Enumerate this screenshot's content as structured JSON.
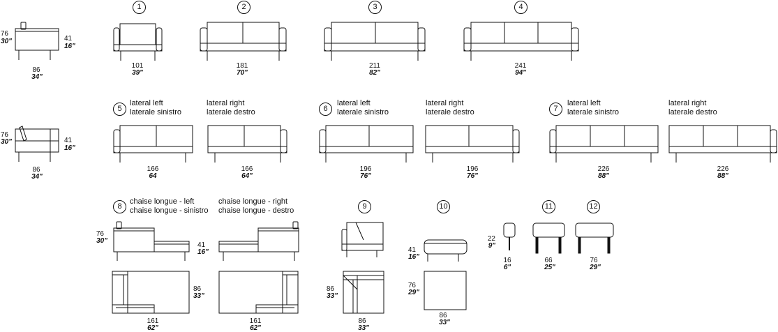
{
  "side_views": {
    "base": {
      "height_cm": "76",
      "height_in": "30\"",
      "seat_cm": "41",
      "seat_in": "16\"",
      "depth_cm": "86",
      "depth_in": "34\""
    },
    "lateral": {
      "height_cm": "76",
      "height_in": "30\"",
      "seat_cm": "41",
      "seat_in": "16\"",
      "depth_cm": "86",
      "depth_in": "34\""
    }
  },
  "models": [
    {
      "num": "1",
      "width_cm": "101",
      "width_in": "39\""
    },
    {
      "num": "2",
      "width_cm": "181",
      "width_in": "70\""
    },
    {
      "num": "3",
      "width_cm": "211",
      "width_in": "82\""
    },
    {
      "num": "4",
      "width_cm": "241",
      "width_in": "94\""
    }
  ],
  "laterals": [
    {
      "num": "5",
      "left_label_1": "lateral left",
      "left_label_2": "laterale sinistro",
      "right_label_1": "lateral right",
      "right_label_2": "laterale destro",
      "left_cm": "166",
      "left_in": "64",
      "right_cm": "166",
      "right_in": "64\""
    },
    {
      "num": "6",
      "left_label_1": "lateral left",
      "left_label_2": "laterale sinistro",
      "right_label_1": "lateral right",
      "right_label_2": "laterale destro",
      "left_cm": "196",
      "left_in": "76\"",
      "right_cm": "196",
      "right_in": "76\""
    },
    {
      "num": "7",
      "left_label_1": "lateral left",
      "left_label_2": "laterale sinistro",
      "right_label_1": "lateral right",
      "right_label_2": "laterale destro",
      "left_cm": "226",
      "left_in": "88\"",
      "right_cm": "226",
      "right_in": "88\""
    }
  ],
  "chaise": {
    "num": "8",
    "left_label_1": "chaise longue - left",
    "left_label_2": "chaise longue - sinistro",
    "right_label_1": "chaise longue - right",
    "right_label_2": "chaise longue - destro",
    "height_cm": "76",
    "height_in": "30\"",
    "seat_cm": "41",
    "seat_in": "16\"",
    "depth_cm": "86",
    "depth_in": "33\"",
    "left_width_cm": "161",
    "left_width_in": "62\"",
    "right_width_cm": "161",
    "right_width_in": "62\""
  },
  "corner": {
    "num": "9",
    "depth_cm": "86",
    "depth_in": "33\"",
    "width_cm": "86",
    "width_in": "33\""
  },
  "pouf": {
    "num": "10",
    "seat_cm": "41",
    "seat_in": "16\"",
    "depth_cm": "76",
    "depth_in": "29\"",
    "width_cm": "86",
    "width_in": "33\""
  },
  "tables": {
    "small": {
      "height_cm": "22",
      "height_in": "9\"",
      "width_cm": "16",
      "width_in": "6\""
    },
    "t11": {
      "num": "11",
      "width_cm": "66",
      "width_in": "25\""
    },
    "t12": {
      "num": "12",
      "width_cm": "76",
      "width_in": "29\""
    }
  }
}
